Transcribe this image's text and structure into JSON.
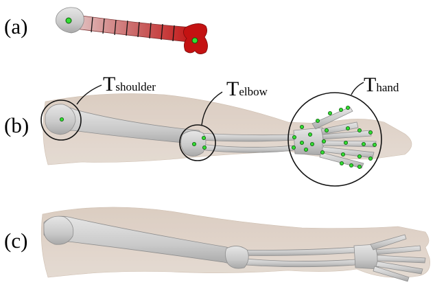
{
  "panels": [
    {
      "id": "a",
      "label": "(a)"
    },
    {
      "id": "b",
      "label": "(b)"
    },
    {
      "id": "c",
      "label": "(c)"
    }
  ],
  "transforms": [
    {
      "id": "shoulder",
      "main": "T",
      "sub": "shoulder"
    },
    {
      "id": "elbow",
      "main": "T",
      "sub": "elbow"
    },
    {
      "id": "hand",
      "main": "T",
      "sub": "hand"
    }
  ],
  "colors": {
    "skin": "#d7cbc1",
    "bone": "#cfcfcf",
    "bone_dark": "#a9a9a9",
    "marker": "#33dd33",
    "bone_red": "#cc1111",
    "bone_pink": "#d89a9a"
  }
}
